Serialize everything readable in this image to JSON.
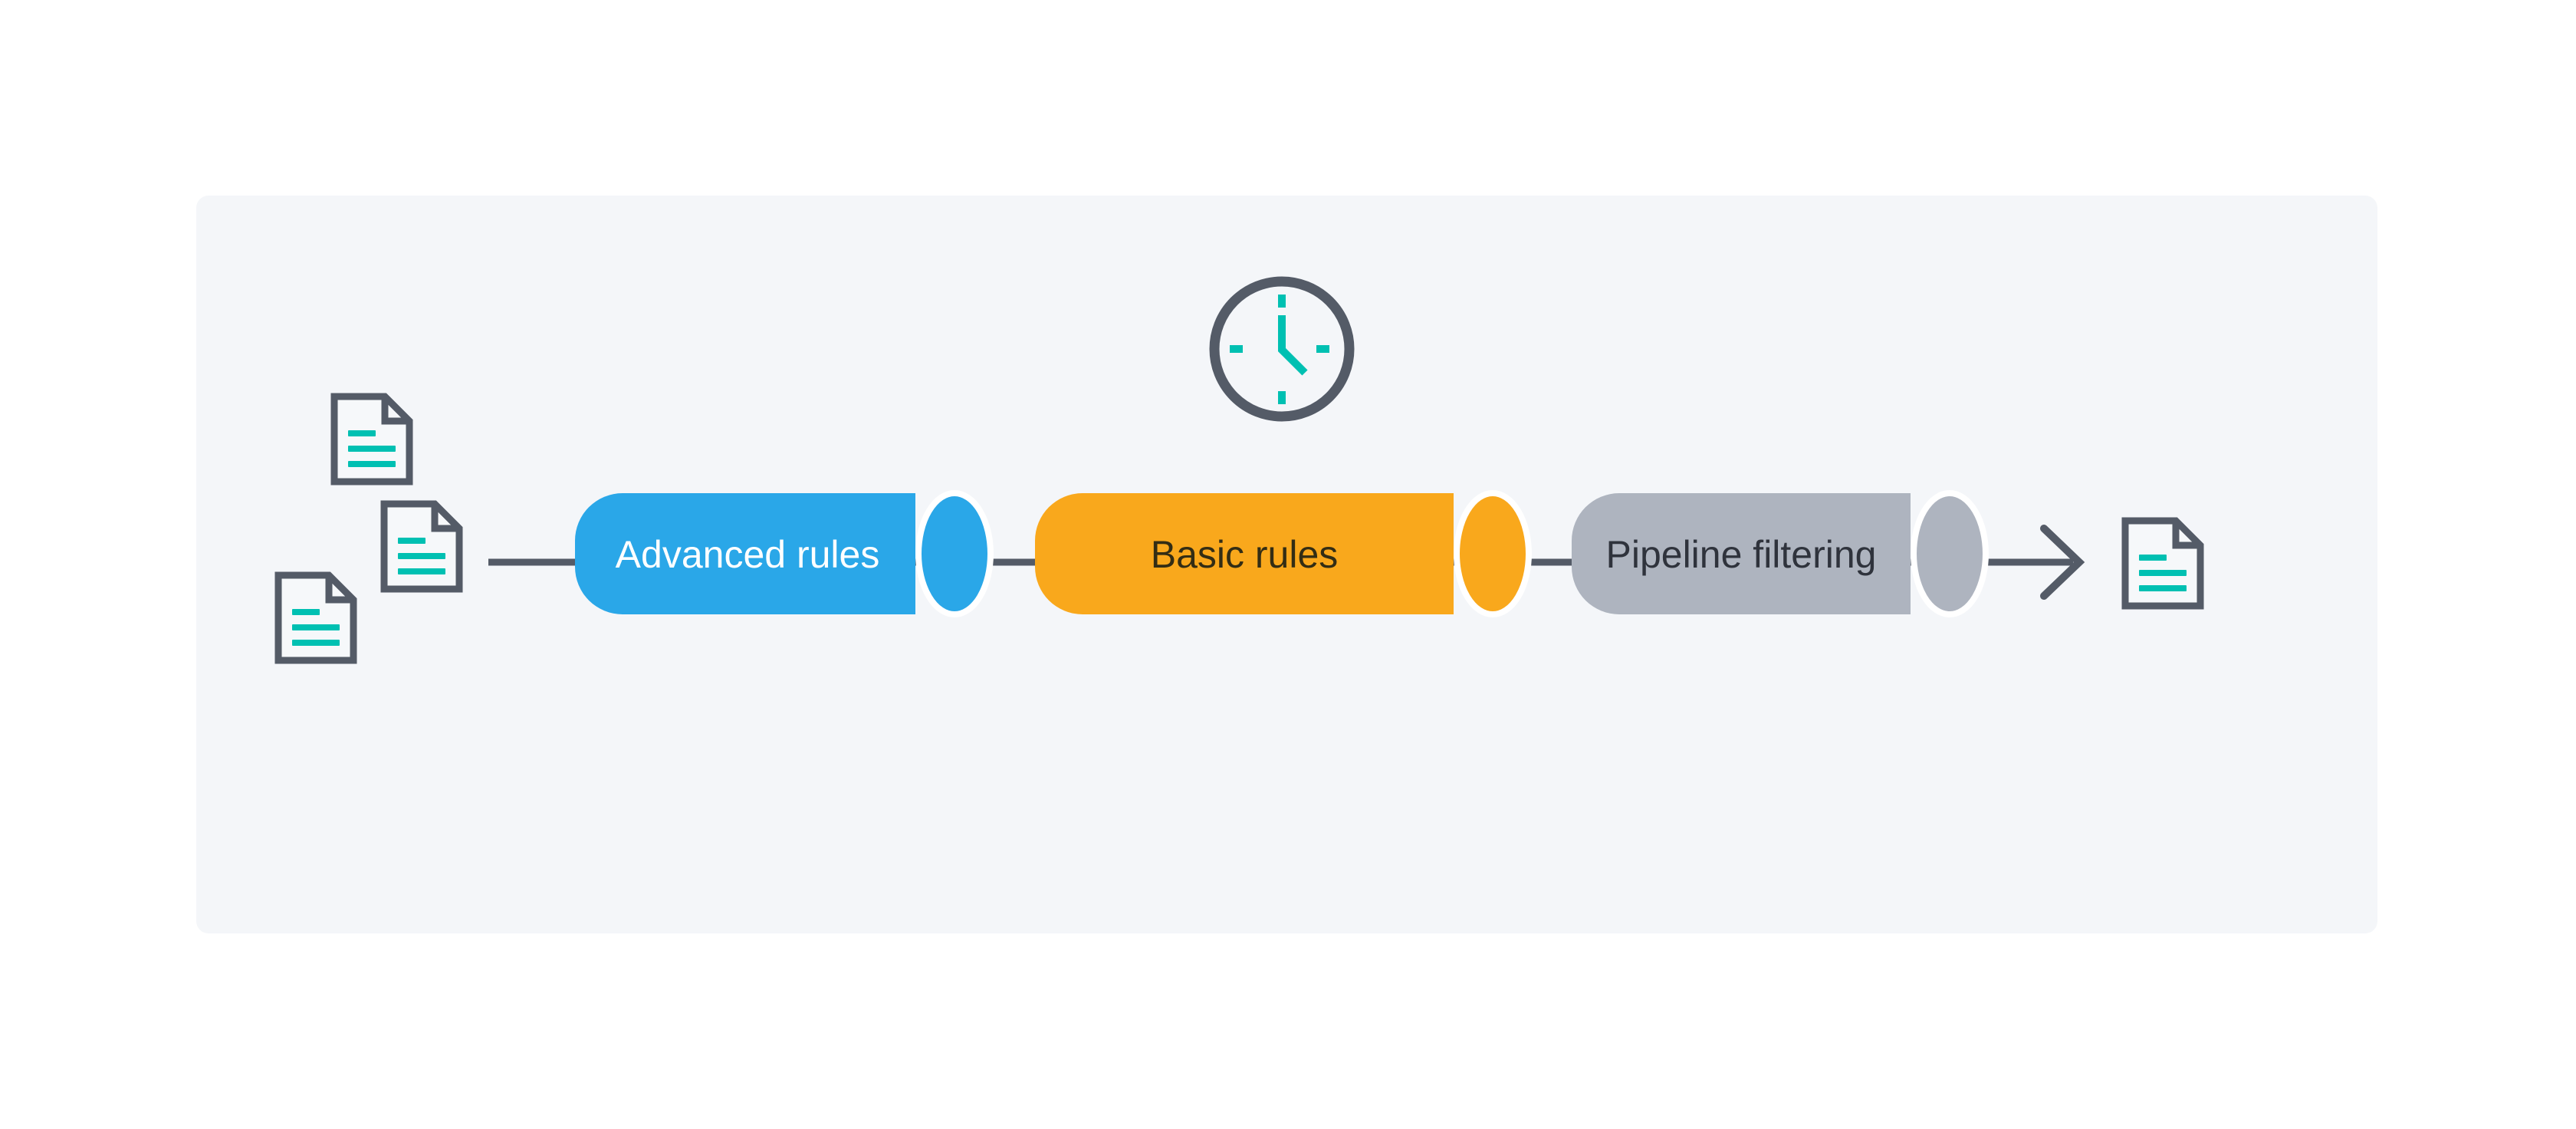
{
  "page": {
    "background": "#ffffff"
  },
  "card": {
    "background": "#f4f6f9"
  },
  "stages": [
    {
      "label": "Advanced rules",
      "fill": "#2aa7e8",
      "label_color": "#ffffff"
    },
    {
      "label": "Basic rules",
      "fill": "#f9a81c",
      "label_color": "#332d14"
    },
    {
      "label": "Pipeline filtering",
      "fill": "#aeb4bf",
      "label_color": "#2f333c"
    }
  ],
  "flow": {
    "direction": "left-to-right",
    "input_document_count": 3,
    "output_document_count": 1
  },
  "palette": {
    "connector": "#545b67",
    "icon_outline": "#545b67",
    "icon_accent": "#00c0b2",
    "cap_ring": "#ffffff"
  }
}
